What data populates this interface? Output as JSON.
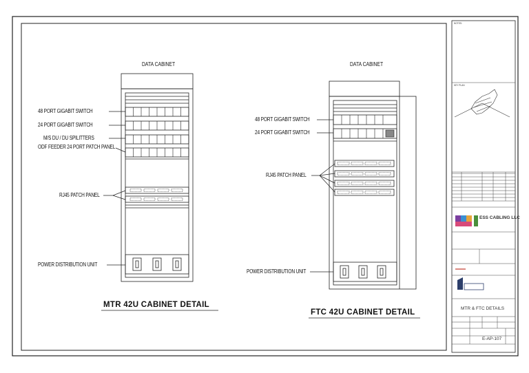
{
  "cabinets": [
    {
      "header": "DATA CABINET",
      "title": "MTR 42U CABINET DETAIL",
      "labels": [
        "48 PORT GIGABIT SWITCH",
        "24 PORT GIGABIT SWITCH",
        "M/S DU / DU SPILITTERS",
        "ODF FEEDER 24 PORT PATCH PANEL",
        "RJ45 PATCH PANEL",
        "POWER DISTRIBUTION UNIT"
      ]
    },
    {
      "header": "DATA CABINET",
      "title": "FTC 42U CABINET DETAIL",
      "labels": [
        "48 PORT GIGABIT SWITCH",
        "24 PORT GIGABIT SWITCH",
        "RJ45 PATCH PANEL",
        "POWER DISTRIBUTION UNIT"
      ]
    }
  ],
  "title_block": {
    "notes_header": "NOTES:",
    "key_plan": "KEY PLAN",
    "company": "ESS CABLING LLC",
    "drawing_title": "MTR & FTC DETAILS",
    "drawing_no": "E-AP-107"
  }
}
